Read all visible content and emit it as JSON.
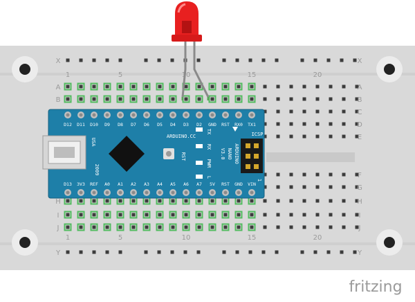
{
  "breadboard": {
    "column_numbers": [
      "1",
      "5",
      "10",
      "15",
      "20"
    ],
    "top_rail_label": "X",
    "bottom_rail_label": "Y",
    "rows_top": [
      "A",
      "B",
      "C",
      "D",
      "E"
    ],
    "rows_bottom": [
      "F",
      "G",
      "H",
      "I",
      "J"
    ]
  },
  "arduino": {
    "top_pins": [
      "D12",
      "D11",
      "D10",
      "D9",
      "D8",
      "D7",
      "D6",
      "D5",
      "D4",
      "D3",
      "D2",
      "GND",
      "RST",
      "RX0",
      "TX1"
    ],
    "bottom_pins": [
      "D13",
      "3V3",
      "REF",
      "A0",
      "A1",
      "A2",
      "A3",
      "A4",
      "A5",
      "A6",
      "A7",
      "5V",
      "RST",
      "GND",
      "VIN"
    ],
    "usa": "USA",
    "year": "2009",
    "name_line1": "ARDUINO",
    "name_line2": "NANO",
    "name_line3": "V3.0",
    "brand_small": "ARDUINO.CC",
    "rst_button": "RST",
    "led_tx": "TX",
    "led_rx": "RX",
    "led_pwr": "PWR",
    "led_l": "L",
    "icsp": "ICSP",
    "one": "1"
  },
  "watermark": "fritzing",
  "colors": {
    "breadboard": "#d9d9d9",
    "arduino_board": "#1e7fa8",
    "led_red": "#e82020",
    "connected_hole": "#39b54a"
  }
}
